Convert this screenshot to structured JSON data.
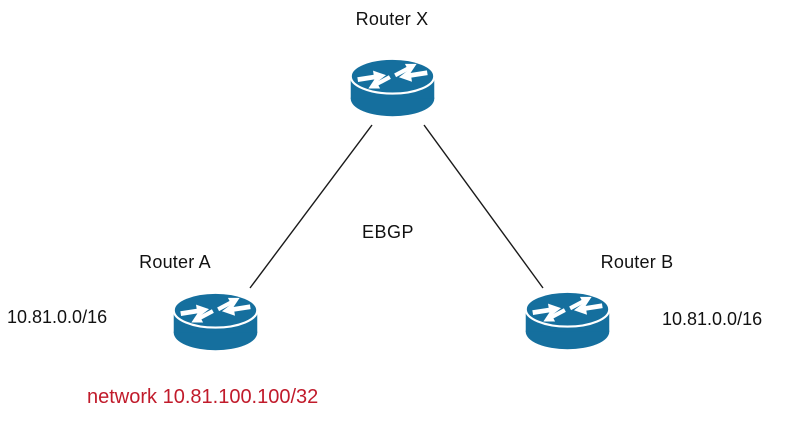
{
  "colors": {
    "router_body": "#156F9E",
    "router_arrows": "#FFFFFF",
    "line": "#1A1A1A",
    "text": "#111111",
    "annotation_red": "#C11B2B"
  },
  "nodes": {
    "router_x": {
      "label": "Router X",
      "icon": "router-icon"
    },
    "router_a": {
      "label": "Router A",
      "icon": "router-icon",
      "network": "10.81.0.0/16",
      "annotation": "network 10.81.100.100/32"
    },
    "router_b": {
      "label": "Router B",
      "icon": "router-icon",
      "network": "10.81.0.0/16"
    }
  },
  "links": {
    "label": "EBGP",
    "x_to_a": {
      "from": "Router X",
      "to": "Router A"
    },
    "x_to_b": {
      "from": "Router X",
      "to": "Router B"
    }
  }
}
